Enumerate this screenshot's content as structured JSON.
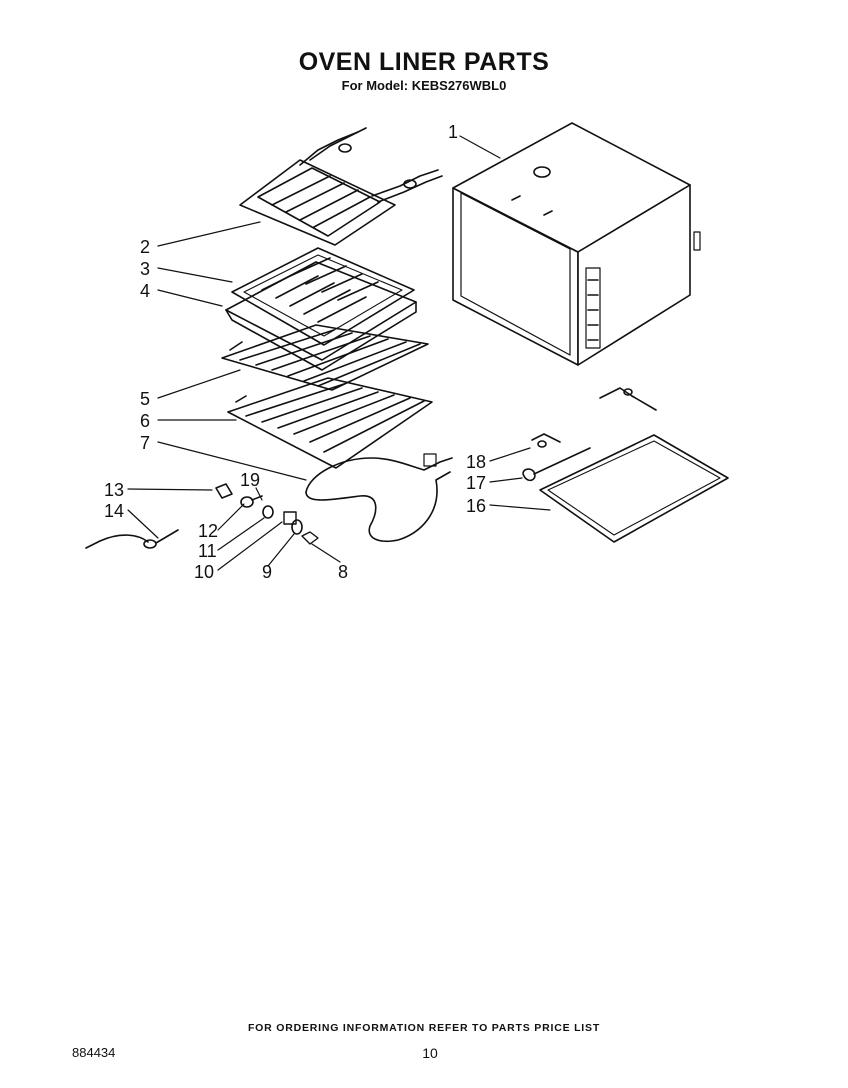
{
  "header": {
    "title": "OVEN LINER PARTS",
    "subtitle": "For Model: KEBS276WBL0"
  },
  "callouts": [
    "1",
    "2",
    "3",
    "4",
    "5",
    "6",
    "7",
    "8",
    "9",
    "10",
    "11",
    "12",
    "13",
    "14",
    "16",
    "17",
    "18",
    "19"
  ],
  "footer": {
    "ordering_note": "FOR ORDERING INFORMATION REFER TO PARTS PRICE LIST",
    "document_number": "884434",
    "page_number": "10"
  }
}
